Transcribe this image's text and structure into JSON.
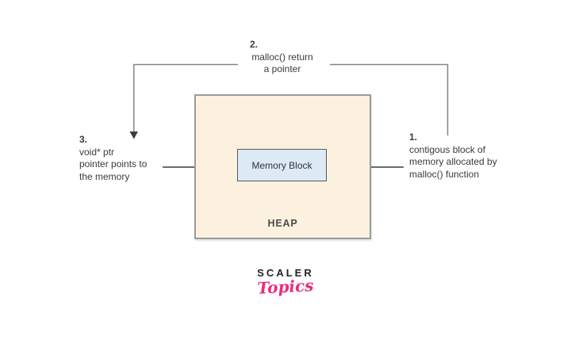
{
  "colors": {
    "background": "#ffffff",
    "heap-fill": "#fcf1df",
    "heap-border": "#9b9b9b",
    "memory-fill": "#ddeaf6",
    "memory-border": "#53585c",
    "text": "#3b3b3b",
    "line": "#868686",
    "arrow": "#3d3d3d",
    "logo-pink": "#ec2c7e",
    "logo-dark": "#222222"
  },
  "diagram": {
    "heap_label": "HEAP",
    "memory_block_label": "Memory Block",
    "steps": {
      "step1": {
        "number": "1.",
        "lines": [
          "contigous block of",
          "memory allocated by",
          "malloc() function"
        ]
      },
      "step2": {
        "number": "2.",
        "lines": [
          "malloc() return",
          "a pointer"
        ]
      },
      "step3": {
        "number": "3.",
        "lines": [
          "void* ptr",
          "pointer points to",
          "the memory"
        ]
      }
    }
  },
  "logo": {
    "brand": "SCALER",
    "script": "Topics"
  }
}
